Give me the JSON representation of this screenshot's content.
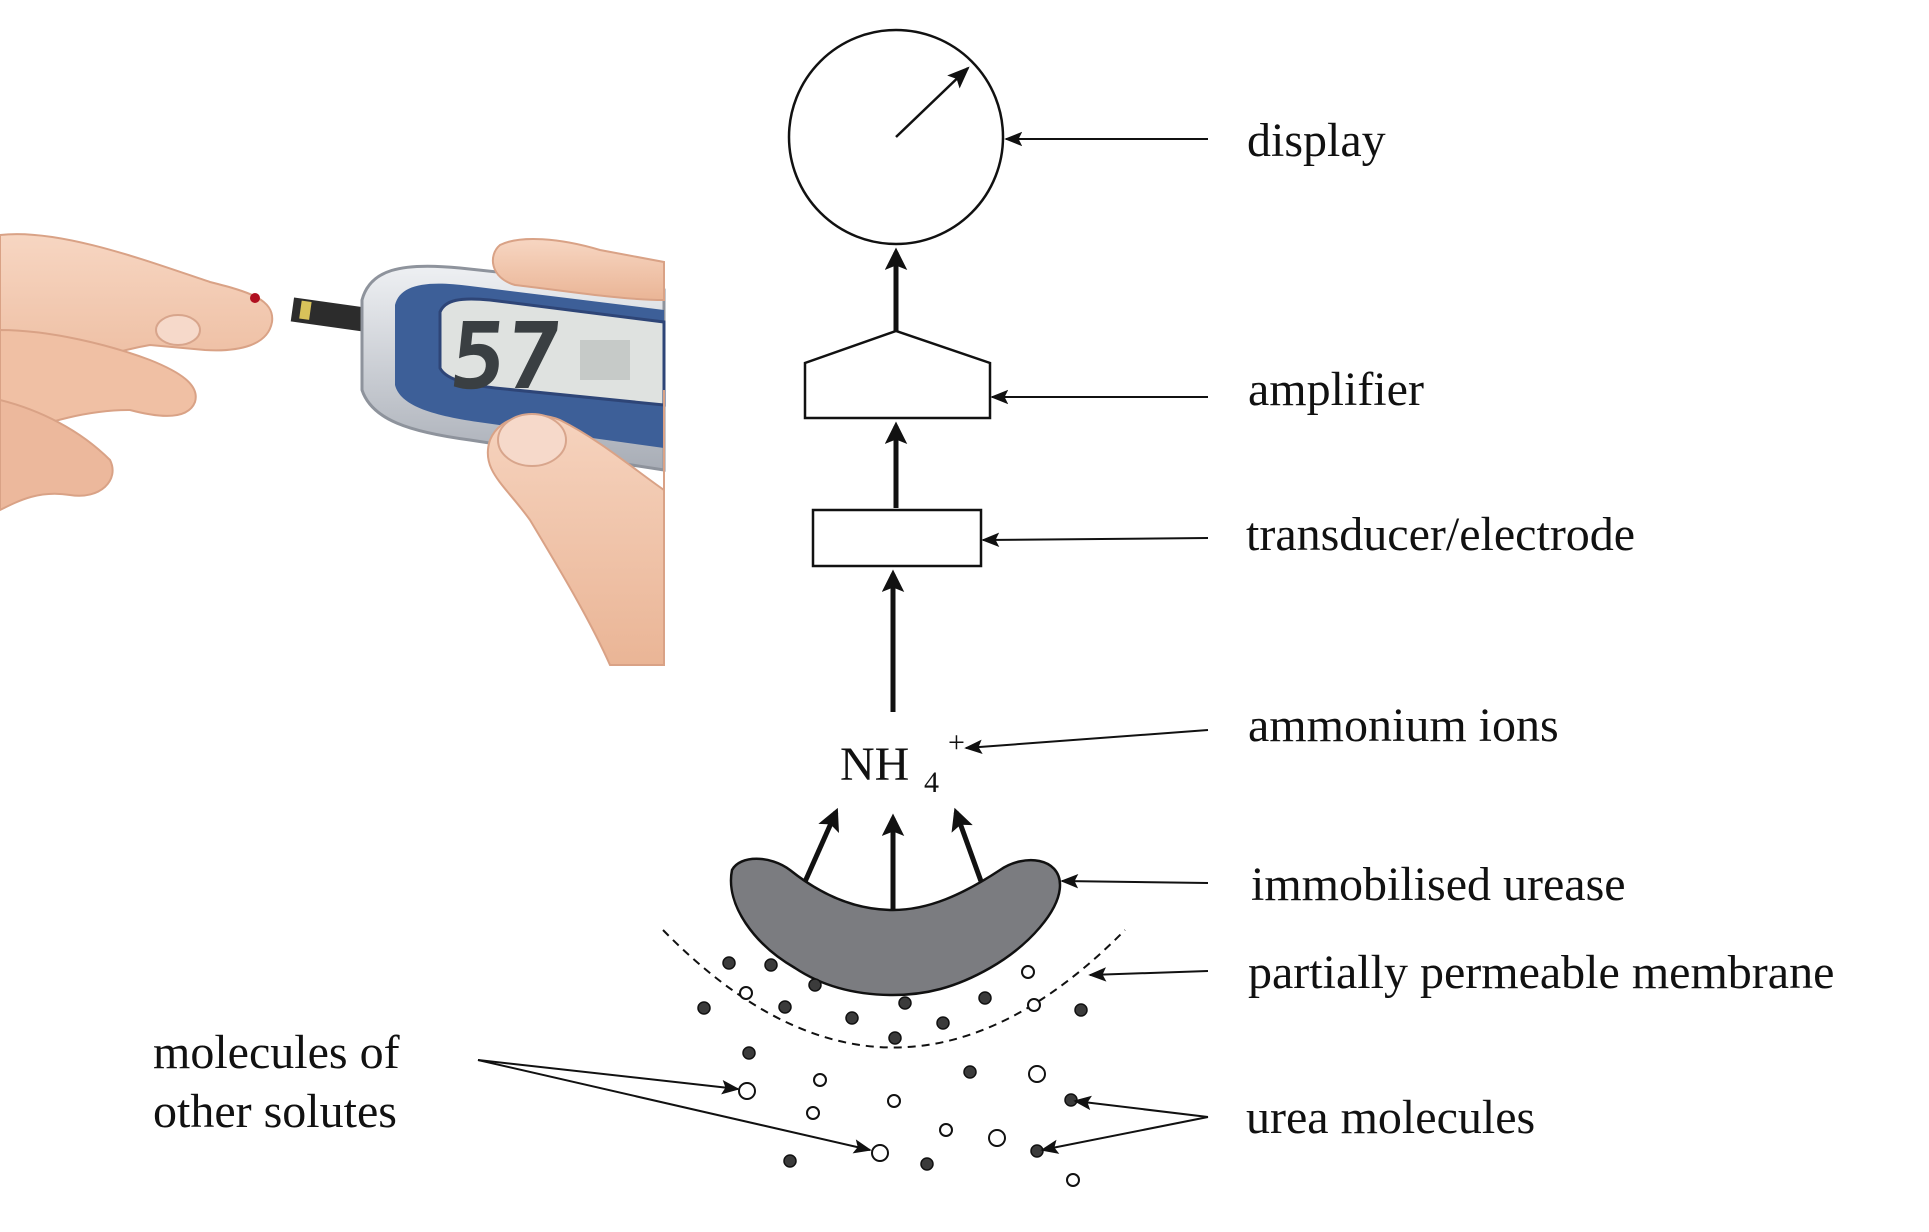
{
  "labels": {
    "display": "display",
    "amplifier": "amplifier",
    "transducer": "transducer/electrode",
    "ammonium": "ammonium ions",
    "urease": "immobilised urease",
    "membrane": "partially permeable membrane",
    "urea": "urea molecules",
    "other_line1": "molecules of",
    "other_line2": "other solutes"
  },
  "formula": {
    "base": "NH",
    "subscript": "4",
    "superscript": "+"
  },
  "meter": {
    "reading": "57"
  },
  "colors": {
    "line": "#111111",
    "urease_fill": "#7b7c80",
    "urea_dot": "#3b3b3b",
    "skin": "#f4c8ae",
    "meter_body": "#c9ccd2",
    "meter_face": "#3d5f98",
    "lcd_screen": "#dfe2e0",
    "blood": "#b01020"
  }
}
